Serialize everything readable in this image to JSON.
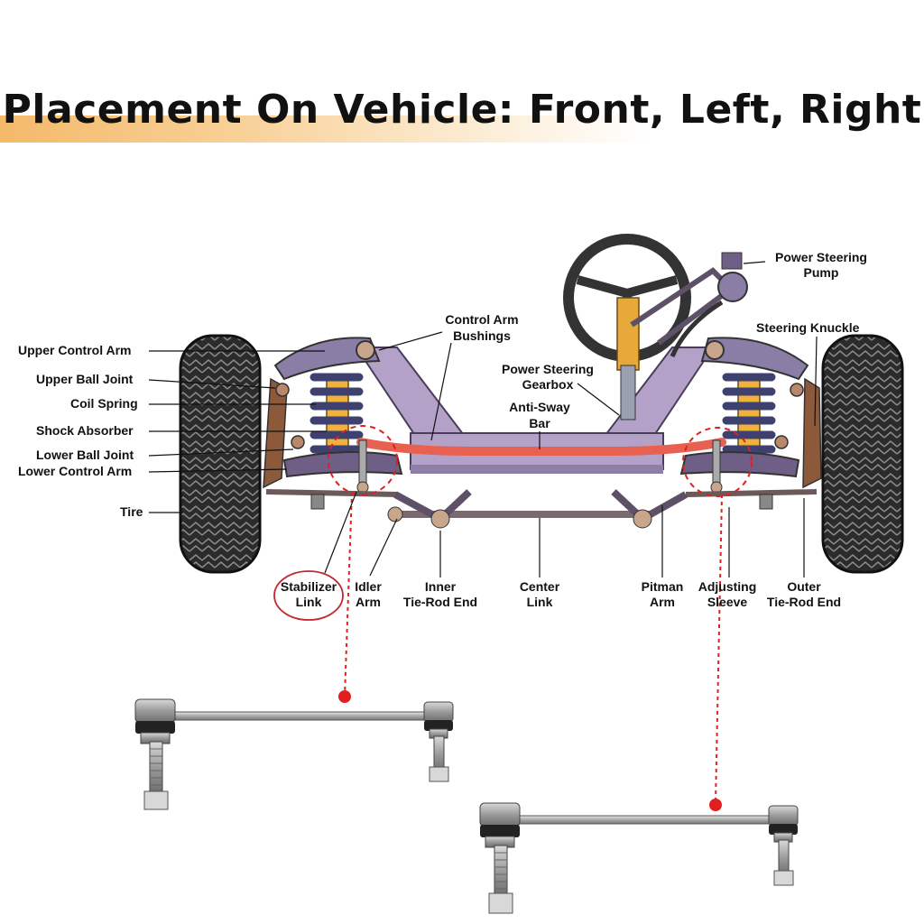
{
  "title": "Placement On Vehicle: Front, Left, Right",
  "labels": {
    "upper_control_arm": "Upper Control Arm",
    "upper_ball_joint": "Upper Ball Joint",
    "coil_spring": "Coil Spring",
    "shock_absorber": "Shock Absorber",
    "lower_ball_joint": "Lower Ball Joint",
    "lower_control_arm": "Lower Control Arm",
    "tire": "Tire",
    "control_arm_bushings": [
      "Control Arm",
      "Bushings"
    ],
    "power_steering_gearbox": [
      "Power Steering",
      "Gearbox"
    ],
    "anti_sway_bar": [
      "Anti-Sway",
      "Bar"
    ],
    "power_steering_pump": [
      "Power Steering",
      "Pump"
    ],
    "steering_knuckle": "Steering Knuckle",
    "stabilizer_link": [
      "Stabilizer",
      "Link"
    ],
    "idler_arm": [
      "Idler",
      "Arm"
    ],
    "inner_tie_rod_end": [
      "Inner",
      "Tie-Rod End"
    ],
    "center_link": [
      "Center",
      "Link"
    ],
    "pitman_arm": [
      "Pitman",
      "Arm"
    ],
    "adjusting_sleeve": [
      "Adjusting",
      "Sleeve"
    ],
    "outer_tie_rod_end": [
      "Outer",
      "Tie-Rod End"
    ]
  },
  "colors": {
    "frame": "#b3a1c8",
    "frame_dark": "#6f5f86",
    "anti_sway_bar": "#e8604f",
    "spring": "#5b5e8f",
    "shock": "#f2b13a",
    "tire": "#2b2b2b",
    "highlight": "#e02020",
    "title_band": "#f4b96a"
  }
}
